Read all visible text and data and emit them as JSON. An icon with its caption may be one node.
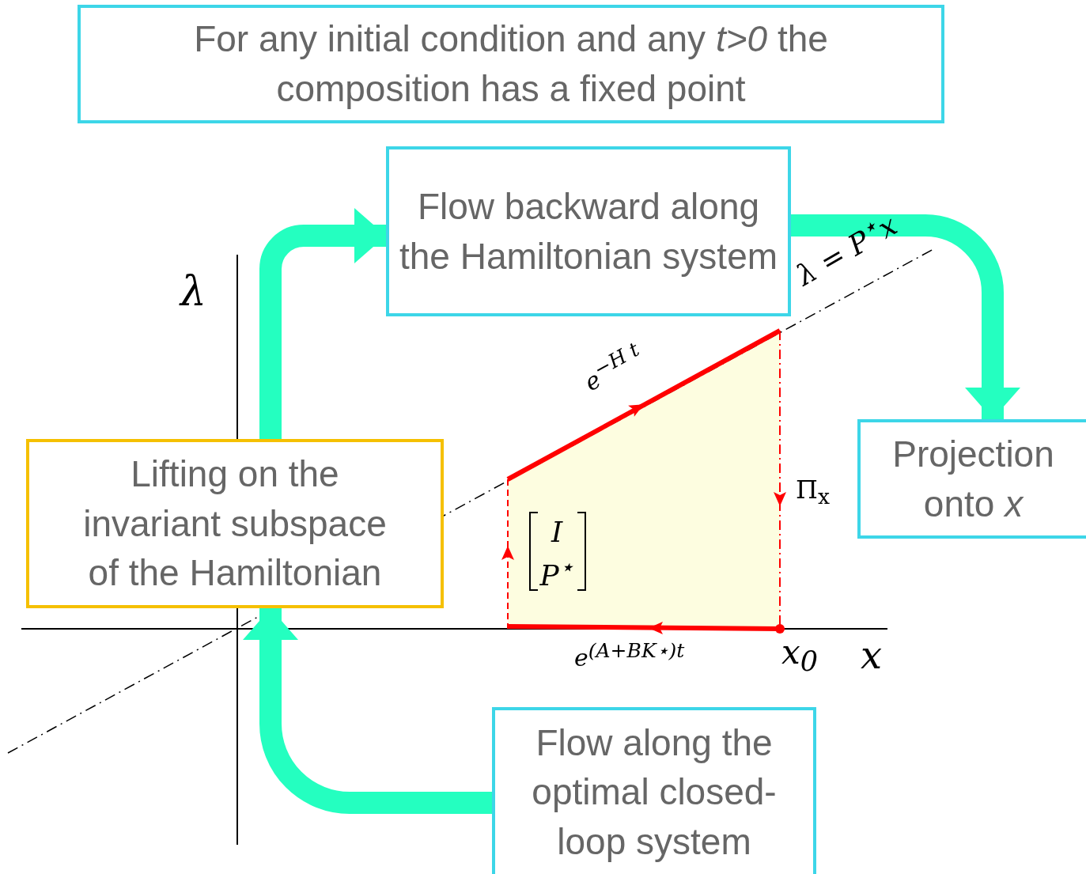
{
  "diagram": {
    "nodes": [
      {
        "text": [
          "For any initial condition and any *t>0* the composition has a fixed point"
        ]
      },
      {
        "text": [
          "Flow backward along the Hamiltonian system"
        ]
      },
      {
        "text": [
          "Projection onto *x*"
        ]
      },
      {
        "text": [
          "Flow along the optimal closed-loop system"
        ]
      },
      {
        "text": [
          "Lifting on the invariant subspace of the Hamiltonian"
        ]
      }
    ],
    "edges": [
      {
        "from": 4,
        "to": 1,
        "arrow": "to"
      },
      {
        "from": 1,
        "to": 2,
        "arrow": "to"
      },
      {
        "from": 3,
        "to": 4,
        "arrow": "to"
      }
    ],
    "labels": [
      "λ",
      "λ = P$^{⋆}$x",
      "e$^{−H t}$",
      "Π$_{x}$",
      "I P$^{⋆}$",
      "x$_{0}$",
      "x",
      "e$^{(A+BK⋆)t}$"
    ]
  }
}
